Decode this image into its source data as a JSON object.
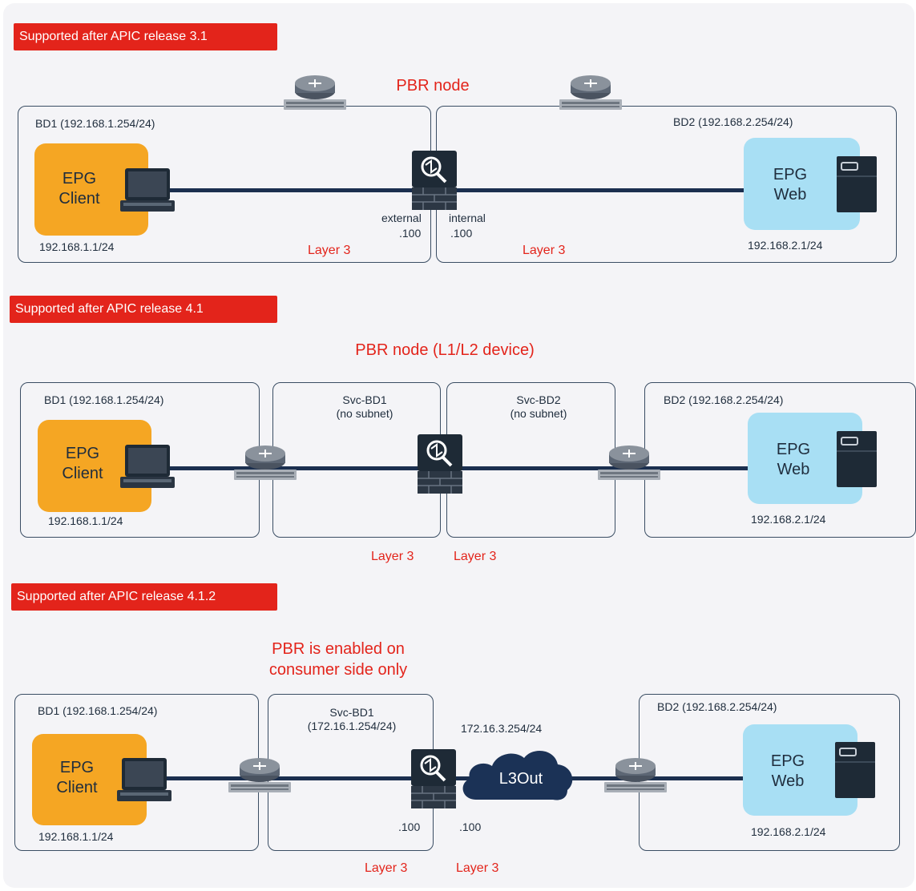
{
  "section1": {
    "banner": "Supported after APIC release 3.1",
    "title": "PBR node",
    "bd1": "BD1 (192.168.1.254/24)",
    "bd2": "BD2 (192.168.2.254/24)",
    "epg_client": {
      "line1": "EPG",
      "line2": "Client"
    },
    "epg_web": {
      "line1": "EPG",
      "line2": "Web"
    },
    "client_ip": "192.168.1.1/24",
    "web_ip": "192.168.2.1/24",
    "external": "external",
    "external_ip": ".100",
    "internal": "internal",
    "internal_ip": ".100",
    "layer_left": "Layer 3",
    "layer_right": "Layer 3"
  },
  "section2": {
    "banner": "Supported after APIC release 4.1",
    "title": "PBR node (L1/L2 device)",
    "bd1": "BD1 (192.168.1.254/24)",
    "svc_bd1": {
      "line1": "Svc-BD1",
      "line2": "(no subnet)"
    },
    "svc_bd2": {
      "line1": "Svc-BD2",
      "line2": "(no subnet)"
    },
    "bd2": "BD2 (192.168.2.254/24)",
    "epg_client": {
      "line1": "EPG",
      "line2": "Client"
    },
    "epg_web": {
      "line1": "EPG",
      "line2": "Web"
    },
    "client_ip": "192.168.1.1/24",
    "web_ip": "192.168.2.1/24",
    "layer_left": "Layer 3",
    "layer_right": "Layer 3"
  },
  "section3": {
    "banner": "Supported after APIC release 4.1.2",
    "title_line1": "PBR is enabled on",
    "title_line2": "consumer side only",
    "bd1": "BD1 (192.168.1.254/24)",
    "svc_bd1": {
      "line1": "Svc-BD1",
      "line2": "(172.16.1.254/24)"
    },
    "l3out_subnet": "172.16.3.254/24",
    "bd2": "BD2 (192.168.2.254/24)",
    "epg_client": {
      "line1": "EPG",
      "line2": "Client"
    },
    "epg_web": {
      "line1": "EPG",
      "line2": "Web"
    },
    "client_ip": "192.168.1.1/24",
    "web_ip": "192.168.2.1/24",
    "fw_left_ip": ".100",
    "fw_right_ip": ".100",
    "l3out": "L3Out",
    "layer_left": "Layer 3",
    "layer_right": "Layer 3"
  },
  "colors": {
    "accent_red": "#e3241b",
    "client_orange": "#f5a623",
    "web_blue": "#a8dff4",
    "link_navy": "#1b2f4f"
  },
  "icons": [
    "router-icon",
    "firewall-icon",
    "laptop-icon",
    "server-icon",
    "cloud-icon"
  ]
}
